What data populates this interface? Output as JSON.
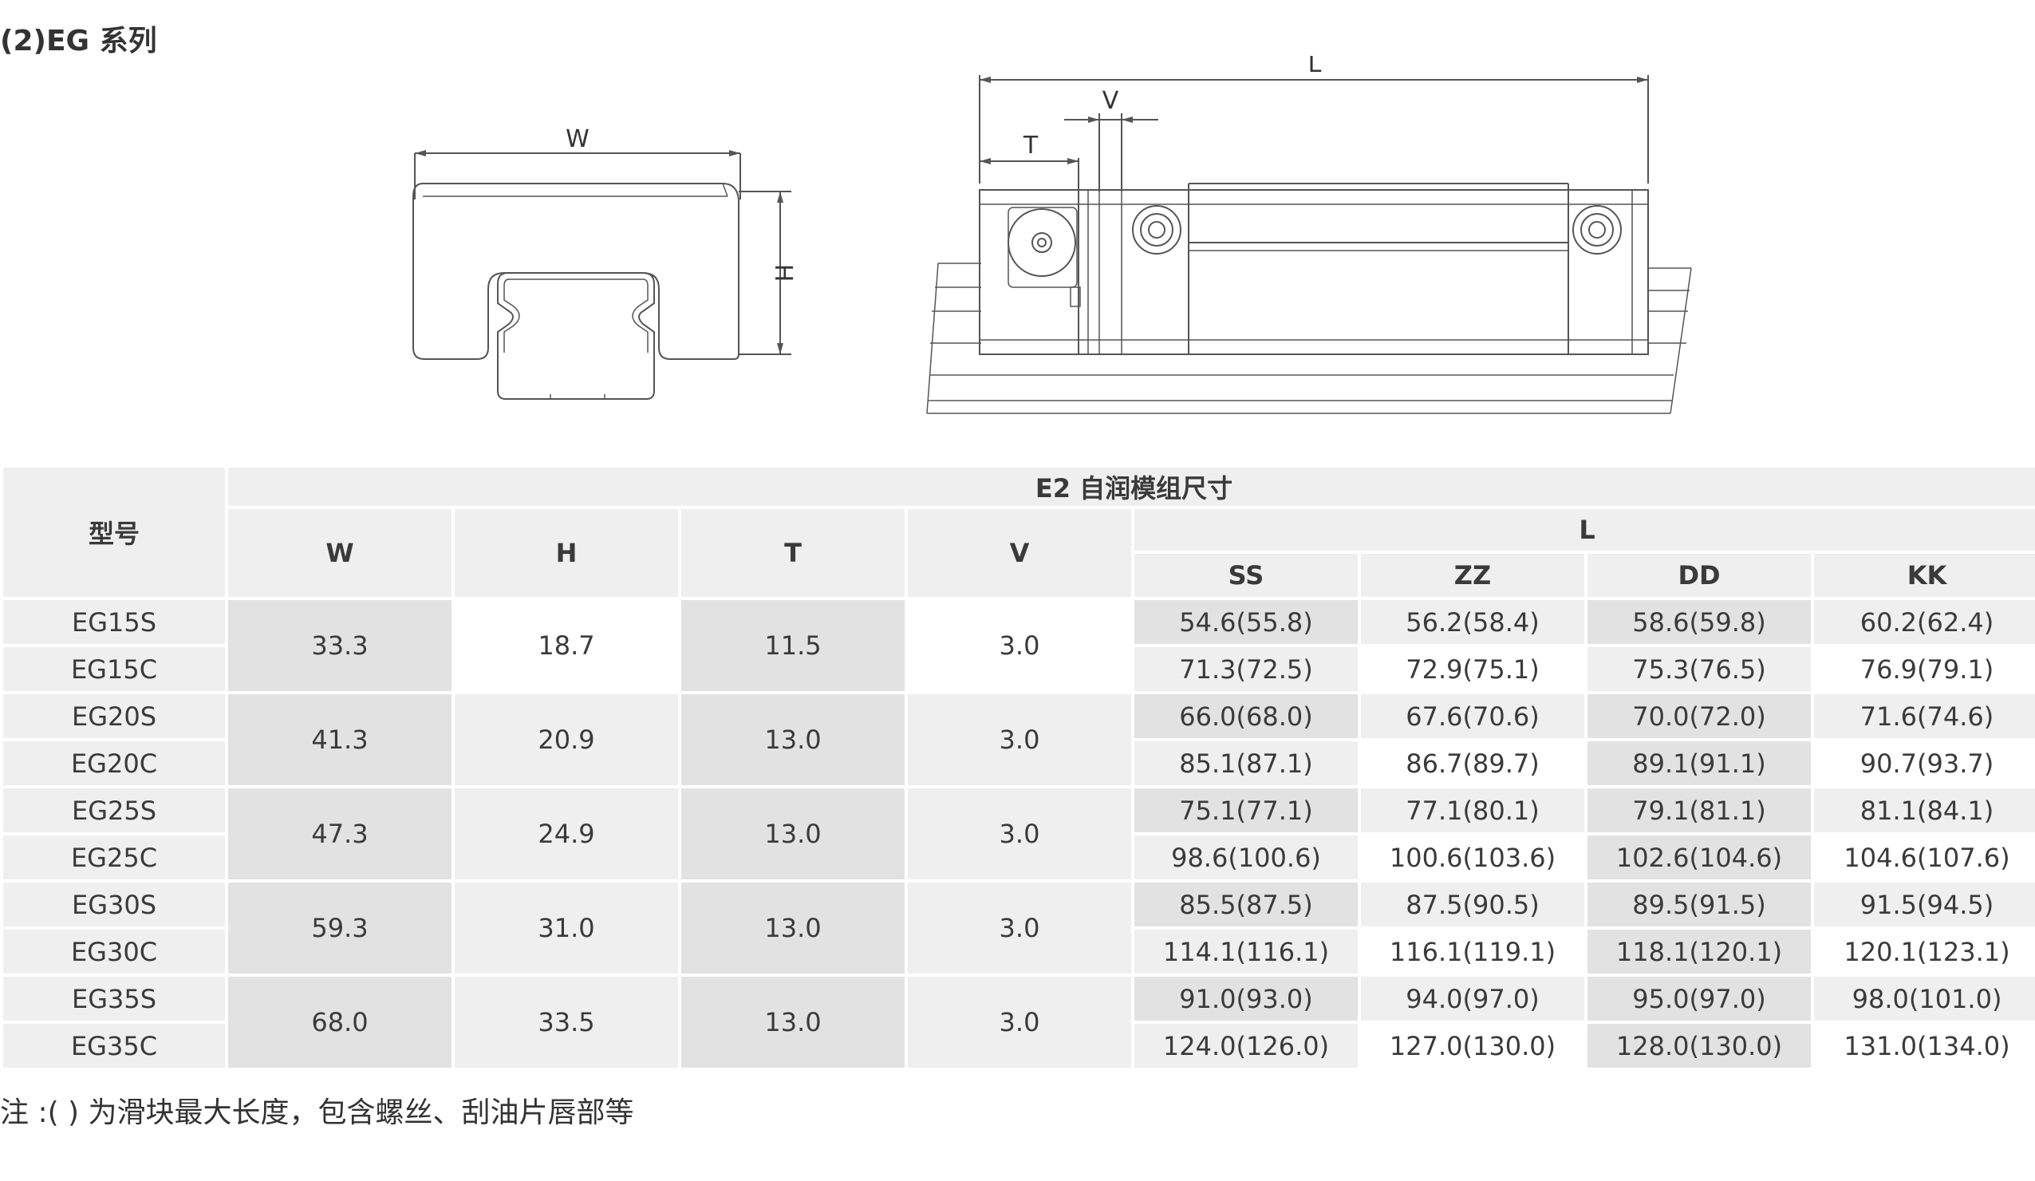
{
  "section_title": "(2)EG 系列",
  "drawings": {
    "front_view": {
      "dim_width": "W",
      "dim_height": "H"
    },
    "side_view": {
      "dim_length": "L",
      "dim_v": "V",
      "dim_t": "T"
    }
  },
  "table": {
    "model_header": "型号",
    "group_header": "E2 自润模组尺寸",
    "columns": {
      "w": "W",
      "h": "H",
      "t": "T",
      "v": "V",
      "l": "L"
    },
    "l_subcolumns": [
      "SS",
      "ZZ",
      "DD",
      "KK"
    ],
    "groups": [
      {
        "models": [
          "EG15S",
          "EG15C"
        ],
        "w": "33.3",
        "h": "18.7",
        "t": "11.5",
        "v": "3.0",
        "l": [
          [
            "54.6(55.8)",
            "56.2(58.4)",
            "58.6(59.8)",
            "60.2(62.4)"
          ],
          [
            "71.3(72.5)",
            "72.9(75.1)",
            "75.3(76.5)",
            "76.9(79.1)"
          ]
        ]
      },
      {
        "models": [
          "EG20S",
          "EG20C"
        ],
        "w": "41.3",
        "h": "20.9",
        "t": "13.0",
        "v": "3.0",
        "l": [
          [
            "66.0(68.0)",
            "67.6(70.6)",
            "70.0(72.0)",
            "71.6(74.6)"
          ],
          [
            "85.1(87.1)",
            "86.7(89.7)",
            "89.1(91.1)",
            "90.7(93.7)"
          ]
        ]
      },
      {
        "models": [
          "EG25S",
          "EG25C"
        ],
        "w": "47.3",
        "h": "24.9",
        "t": "13.0",
        "v": "3.0",
        "l": [
          [
            "75.1(77.1)",
            "77.1(80.1)",
            "79.1(81.1)",
            "81.1(84.1)"
          ],
          [
            "98.6(100.6)",
            "100.6(103.6)",
            "102.6(104.6)",
            "104.6(107.6)"
          ]
        ]
      },
      {
        "models": [
          "EG30S",
          "EG30C"
        ],
        "w": "59.3",
        "h": "31.0",
        "t": "13.0",
        "v": "3.0",
        "l": [
          [
            "85.5(87.5)",
            "87.5(90.5)",
            "89.5(91.5)",
            "91.5(94.5)"
          ],
          [
            "114.1(116.1)",
            "116.1(119.1)",
            "118.1(120.1)",
            "120.1(123.1)"
          ]
        ]
      },
      {
        "models": [
          "EG35S",
          "EG35C"
        ],
        "w": "68.0",
        "h": "33.5",
        "t": "13.0",
        "v": "3.0",
        "l": [
          [
            "91.0(93.0)",
            "94.0(97.0)",
            "95.0(97.0)",
            "98.0(101.0)"
          ],
          [
            "124.0(126.0)",
            "127.0(130.0)",
            "128.0(130.0)",
            "131.0(134.0)"
          ]
        ]
      }
    ]
  },
  "note": "注 :(  ) 为滑块最大长度，包含螺丝、刮油片唇部等"
}
